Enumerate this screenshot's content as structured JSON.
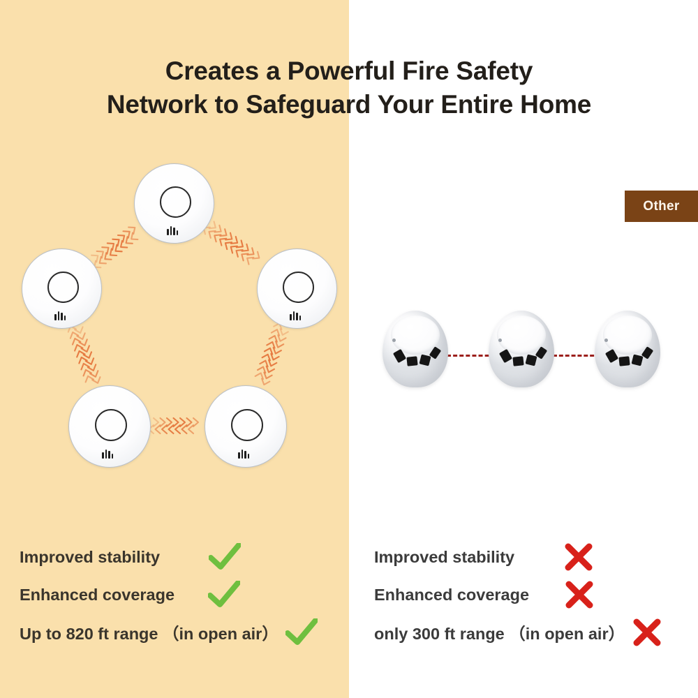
{
  "headline": "Creates a Powerful Fire Safety\nNetwork to Safeguard Your Entire Home",
  "badge": {
    "label": "Other"
  },
  "colors": {
    "panel_left_bg": "#fae0ac",
    "panel_right_bg": "#ffffff",
    "headline_text": "#231f1a",
    "badge_bg": "#7a4316",
    "badge_text": "#fdf6ec",
    "mesh_arrow": "#e4733a",
    "dashed_link": "#9c1f1c",
    "check_green": "#6fbf3f",
    "cross_red": "#d8211a"
  },
  "left_panel": {
    "diagram_name": "mesh-network-diagram",
    "node_count": 5,
    "link_style": "bidirectional-chevron-arrows",
    "nodes": [
      {
        "id": "node-top",
        "label": "smoke-detector-top"
      },
      {
        "id": "node-left",
        "label": "smoke-detector-left"
      },
      {
        "id": "node-right",
        "label": "smoke-detector-right"
      },
      {
        "id": "node-bottom-left",
        "label": "smoke-detector-bottom-left"
      },
      {
        "id": "node-bottom-right",
        "label": "smoke-detector-bottom-right"
      }
    ],
    "features": [
      {
        "text": "Improved stability",
        "mark": "check"
      },
      {
        "text": "Enhanced coverage",
        "mark": "check"
      },
      {
        "text": "Up to 820 ft range （in open air）",
        "mark": "check"
      }
    ]
  },
  "right_panel": {
    "diagram_name": "linear-chain-diagram",
    "node_count": 3,
    "link_style": "dashed-line",
    "nodes": [
      {
        "id": "dome-1",
        "label": "dome-smoke-detector-1"
      },
      {
        "id": "dome-2",
        "label": "dome-smoke-detector-2"
      },
      {
        "id": "dome-3",
        "label": "dome-smoke-detector-3"
      }
    ],
    "features": [
      {
        "text": "Improved stability",
        "mark": "cross"
      },
      {
        "text": "Enhanced coverage",
        "mark": "cross"
      },
      {
        "text": "only 300 ft range （in open air）",
        "mark": "cross"
      }
    ]
  }
}
